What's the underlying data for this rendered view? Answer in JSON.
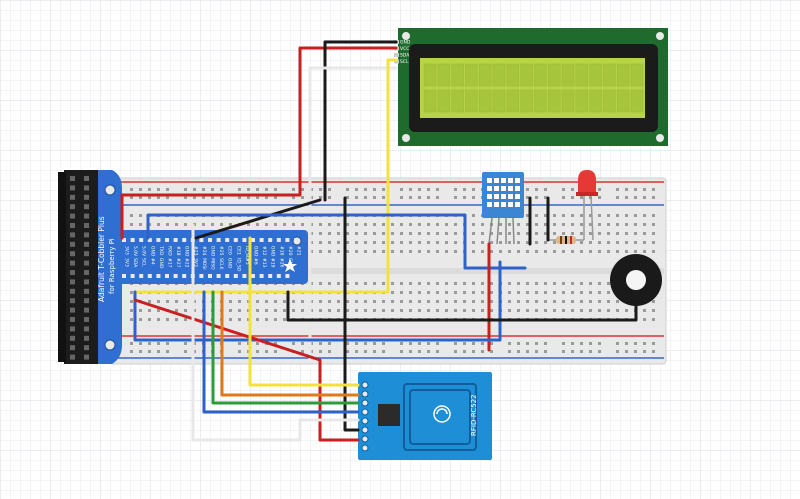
{
  "colors": {
    "grid_line": "#e4e8f0",
    "breadboard": "#e9e9e9",
    "rail_red": "#d33",
    "rail_blue": "#3566c8",
    "cobbler_board": "#2f6fd1",
    "pi_header": "#1c1c1c",
    "lcd_pcb": "#1f6b2e",
    "lcd_bezel": "#1b1b1b",
    "lcd_screen": "#b6d34a",
    "rfid_board": "#1e8fd6",
    "sensor_body": "#3a86d4",
    "led_red": "#e53935",
    "buzzer": "#1a1a1a",
    "wire_red": "#c91f1f",
    "wire_black": "#1a1a1a",
    "wire_yellow": "#f3e23c",
    "wire_blue": "#2f62c9",
    "wire_green": "#2e9b3a",
    "wire_orange": "#e07a17",
    "wire_white": "#e8e8e8"
  },
  "cobbler": {
    "title": "Adafruit T-Cobbler Plus",
    "subtitle": "for Raspberry Pi",
    "pins_top": [
      "3V3",
      "5.0V",
      "5.0V",
      "GND",
      "TXD",
      "RXD",
      "#18",
      "GND",
      "#23",
      "#24",
      "GND",
      "#25",
      "CE0",
      "CE1",
      "ID_SC",
      "GND",
      "#12",
      "GND",
      "#16",
      "#20",
      "#21"
    ],
    "pins_bottom": [
      "3V3",
      "SDA",
      "SCL",
      "#4",
      "GND",
      "#17",
      "#27",
      "#22",
      "3V3",
      "MOSI",
      "MISO",
      "SCLK",
      "GND",
      "ID_SD",
      "#5",
      "#6",
      "#13",
      "#19",
      "#26",
      "GND"
    ]
  },
  "lcd": {
    "pins": [
      "GND",
      "VCC",
      "SDA",
      "SCL"
    ]
  },
  "rfid": {
    "model": "RFID-RC522"
  },
  "components": {
    "temperature_sensor": "dht11-sensor-icon",
    "led": "red-led-icon",
    "resistor": "resistor-icon",
    "buzzer": "buzzer-icon"
  }
}
